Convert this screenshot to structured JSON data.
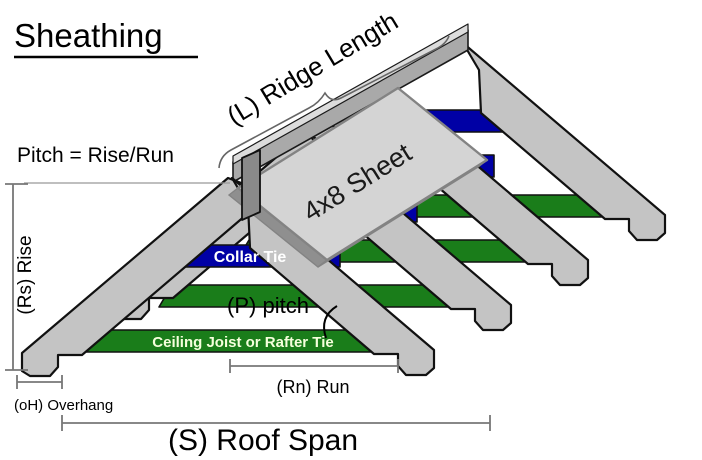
{
  "title": "Sheathing",
  "labels": {
    "pitch_formula": "Pitch = Rise/Run",
    "ridge_length": "(L) Ridge Length",
    "sheet": "4x8 Sheet",
    "rise": "(Rs) Rise",
    "collar_tie": "Collar Tie",
    "pitch_angle": "(P) pitch",
    "ceiling_joist": "Ceiling Joist or Rafter Tie",
    "run": "(Rn) Run",
    "overhang": "(oH) Overhang",
    "roof_span": "(S) Roof Span"
  },
  "colors": {
    "rafter_gray": "#c4c4c4",
    "collar_tie_blue": "#0000a5",
    "joist_green": "#1a7d1a",
    "sheet_gray": "#d4d4d4",
    "ridge_gray": "#a9a9a9",
    "dimension_gray": "#777777",
    "outline_black": "#111111",
    "joist_label_text": "#f5ffdc",
    "collar_label_text": "#ffffff"
  }
}
